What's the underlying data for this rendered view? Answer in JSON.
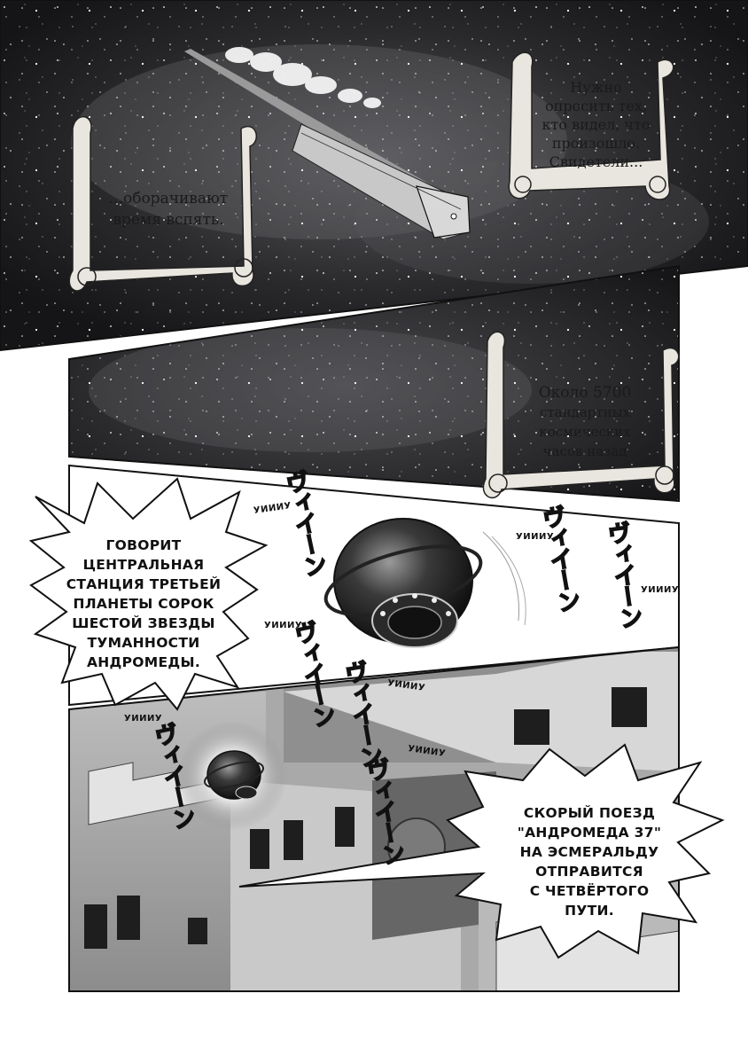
{
  "captions": {
    "scroll_1": [
      "Нужно",
      "опросить тех,",
      "кто видел, что",
      "произошло.",
      "Свидетели..."
    ],
    "scroll_2": [
      "...оборачивают",
      "время вспять."
    ],
    "scroll_3": [
      "Около 5700",
      "стандартных",
      "космических",
      "часов назад"
    ]
  },
  "bubbles": {
    "bubble_1": [
      "ГОВОРИТ",
      "ЦЕНТРАЛЬНАЯ",
      "СТАНЦИЯ ТРЕТЬЕЙ",
      "ПЛАНЕТЫ СОРОК",
      "ШЕСТОЙ ЗВЕЗДЫ",
      "ТУМАННОСТИ",
      "АНДРОМЕДЫ."
    ],
    "bubble_2": [
      "СКОРЫЙ ПОЕЗД",
      "\"АНДРОМЕДА 37\"",
      "НА ЭСМЕРАЛЬДУ",
      "ОТПРАВИТСЯ",
      "С ЧЕТВЁРТОГО",
      "ПУТИ."
    ]
  },
  "sfx": {
    "label": "УИИИУ",
    "kana": "ヴィイーン"
  },
  "colors": {
    "space": "#1b1b1d",
    "scroll_paper": "#e9e6df",
    "ink": "#111111"
  }
}
